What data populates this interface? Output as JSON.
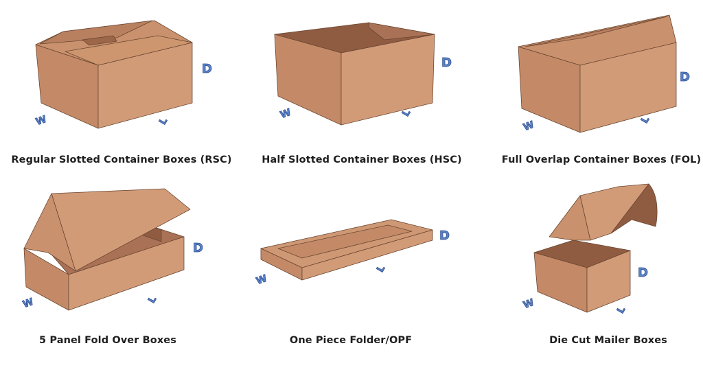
{
  "boxes": [
    {
      "label": "Regular Slotted Container Boxes (RSC)"
    },
    {
      "label": "Half Slotted Container Boxes (HSC)"
    },
    {
      "label": "Full Overlap Container Boxes (FOL)"
    },
    {
      "label": "5 Panel Fold Over Boxes"
    },
    {
      "label": "One Piece Folder/OPF"
    },
    {
      "label": "Die Cut Mailer Boxes"
    }
  ],
  "dimension_labels": {
    "depth": "D",
    "width": "W",
    "length": "L"
  },
  "colors": {
    "front": "#d29b78",
    "side": "#c48a67",
    "inner": "#a97155",
    "flap": "#c9916d",
    "dim": "#5b83c9"
  }
}
